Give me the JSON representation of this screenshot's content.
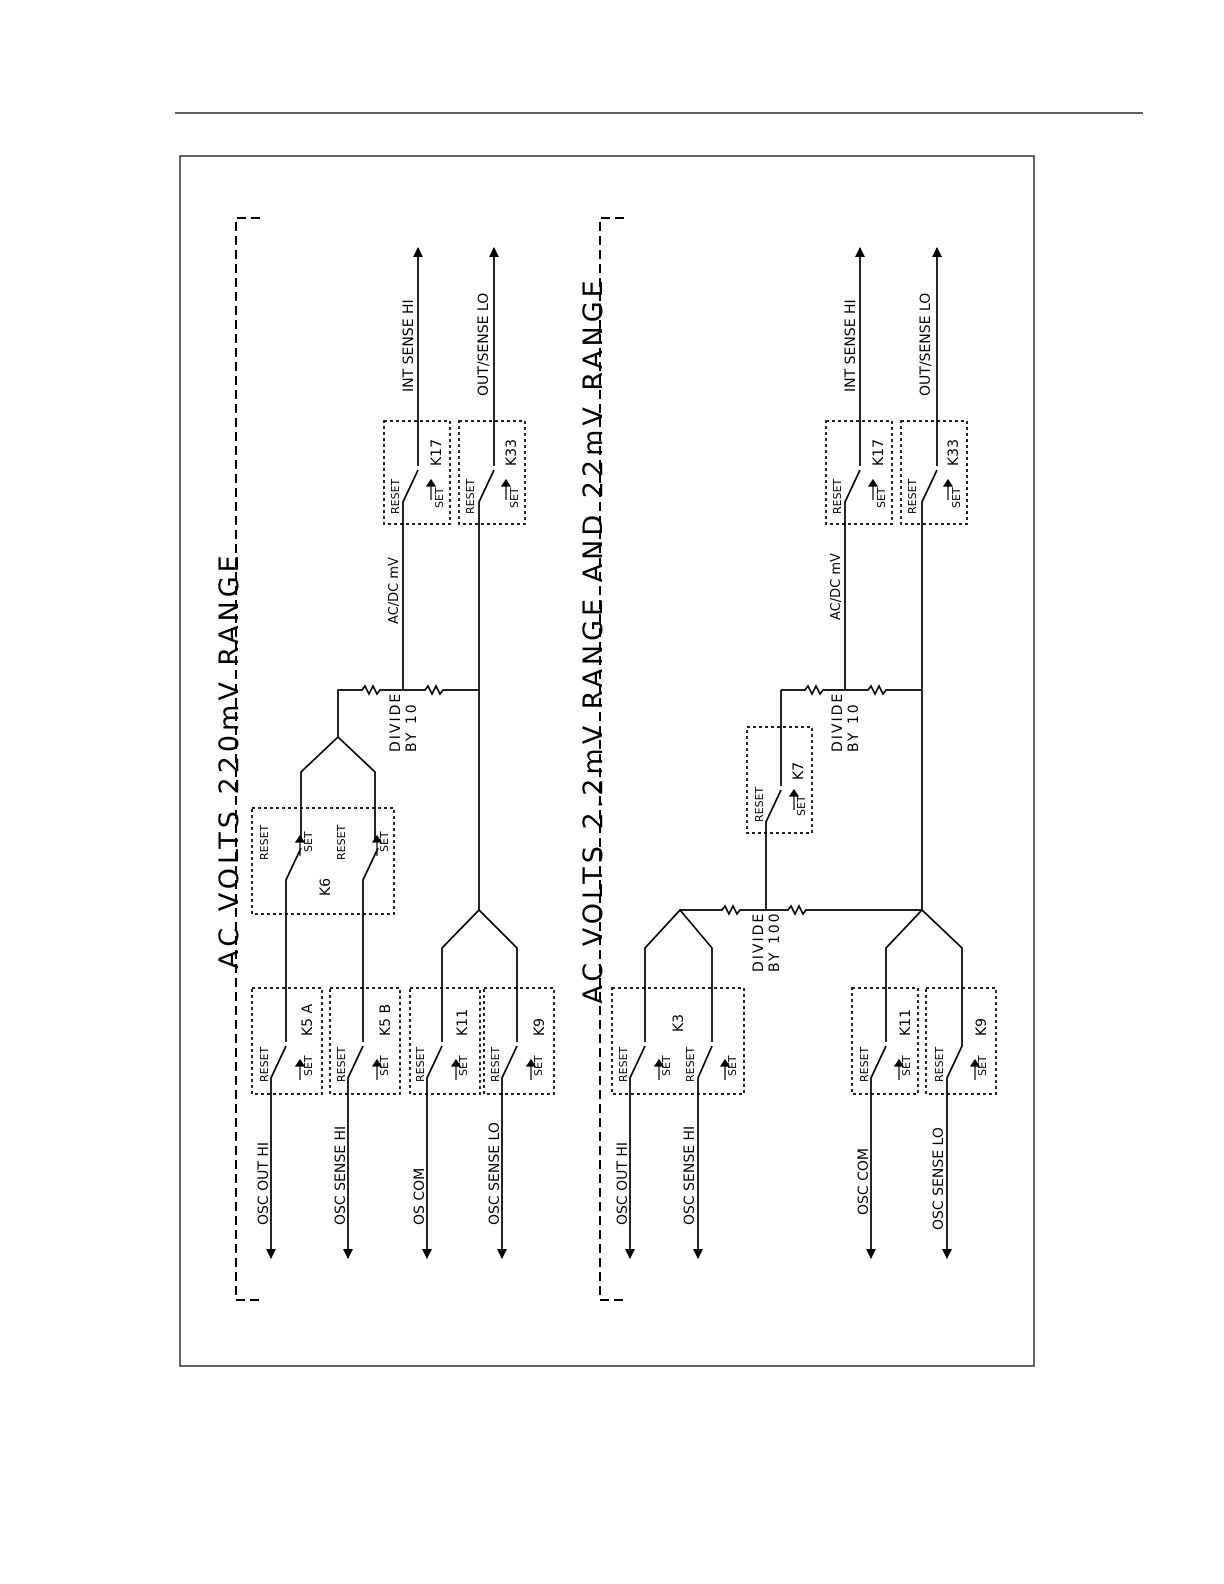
{
  "diagram": {
    "titles": {
      "top": "AC VOLTS 220mV RANGE",
      "bottom": "AC VOLTS 2.2mV RANGE AND 22mV RANGE"
    },
    "common": {
      "reset": "RESET",
      "set": "SET",
      "divide": "DIVIDE",
      "acdc": "AC/DC mV",
      "int_sense_hi": "INT SENSE HI",
      "out_sense_lo": "OUT/SENSE LO"
    },
    "top": {
      "inputs": [
        "OSC OUT HI",
        "OSC SENSE HI",
        "OS COM",
        "OSC SENSE LO"
      ],
      "relays": {
        "k5a": "K5 A",
        "k5b": "K5 B",
        "k11": "K11",
        "k9": "K9",
        "k6": "K6",
        "k17": "K17",
        "k33": "K33"
      },
      "divider_ratio": "BY 10"
    },
    "bottom": {
      "inputs": [
        "OSC OUT HI",
        "OSC SENSE HI",
        "OSC COM",
        "OSC SENSE LO"
      ],
      "relays": {
        "k3": "K3",
        "k11": "K11",
        "k9": "K9",
        "k7": "K7",
        "k17": "K17",
        "k33": "K33"
      },
      "divider100_ratio": "BY 100",
      "divider10_ratio": "BY 10"
    }
  }
}
